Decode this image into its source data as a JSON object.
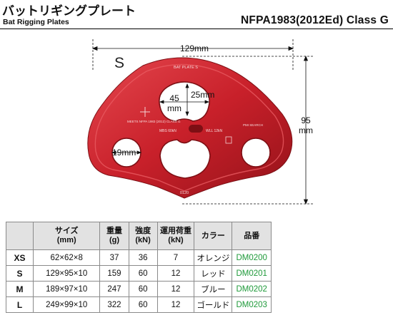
{
  "header": {
    "title_jp": "バットリギングプレート",
    "title_en": "Bat Rigging Plates",
    "standard": "NFPA1983(2012Ed) Class G"
  },
  "figure": {
    "size_label": "S",
    "dim_width": "129mm",
    "dim_height_value": "95",
    "dim_height_unit": "mm",
    "dim_hole_top_w_value": "45",
    "dim_hole_top_w_unit": "mm",
    "dim_hole_top_h": "25mm",
    "dim_hole_left": "19mm",
    "plate_texts": {
      "top": "BAT PLATE S",
      "left_small": "MEETS NFPA 1983 (2012) CLASS G",
      "mbs": "MBS 60kN",
      "wll": "WLL 12kN",
      "right_small": "PMI SEARCH",
      "serial": "0120"
    },
    "colors": {
      "plate": "#c8202a",
      "plate_dark": "#8e1218",
      "plate_light": "#e24a50"
    }
  },
  "table": {
    "headers": {
      "size": "サイズ",
      "size_unit": "(mm)",
      "weight": "重量",
      "weight_unit": "(g)",
      "strength": "強度",
      "strength_unit": "(kN)",
      "wll": "運用荷重",
      "wll_unit": "(kN)",
      "color": "カラー",
      "code": "品番"
    },
    "rows": [
      {
        "size": "XS",
        "dims": "62×62×8",
        "weight": "37",
        "strength": "36",
        "wll": "7",
        "color": "オレンジ",
        "code": "DM0200"
      },
      {
        "size": "S",
        "dims": "129×95×10",
        "weight": "159",
        "strength": "60",
        "wll": "12",
        "color": "レッド",
        "code": "DM0201"
      },
      {
        "size": "M",
        "dims": "189×97×10",
        "weight": "247",
        "strength": "60",
        "wll": "12",
        "color": "ブルー",
        "code": "DM0202"
      },
      {
        "size": "L",
        "dims": "249×99×10",
        "weight": "322",
        "strength": "60",
        "wll": "12",
        "color": "ゴールド",
        "code": "DM0203"
      }
    ],
    "code_color": "#1f9a3a"
  }
}
